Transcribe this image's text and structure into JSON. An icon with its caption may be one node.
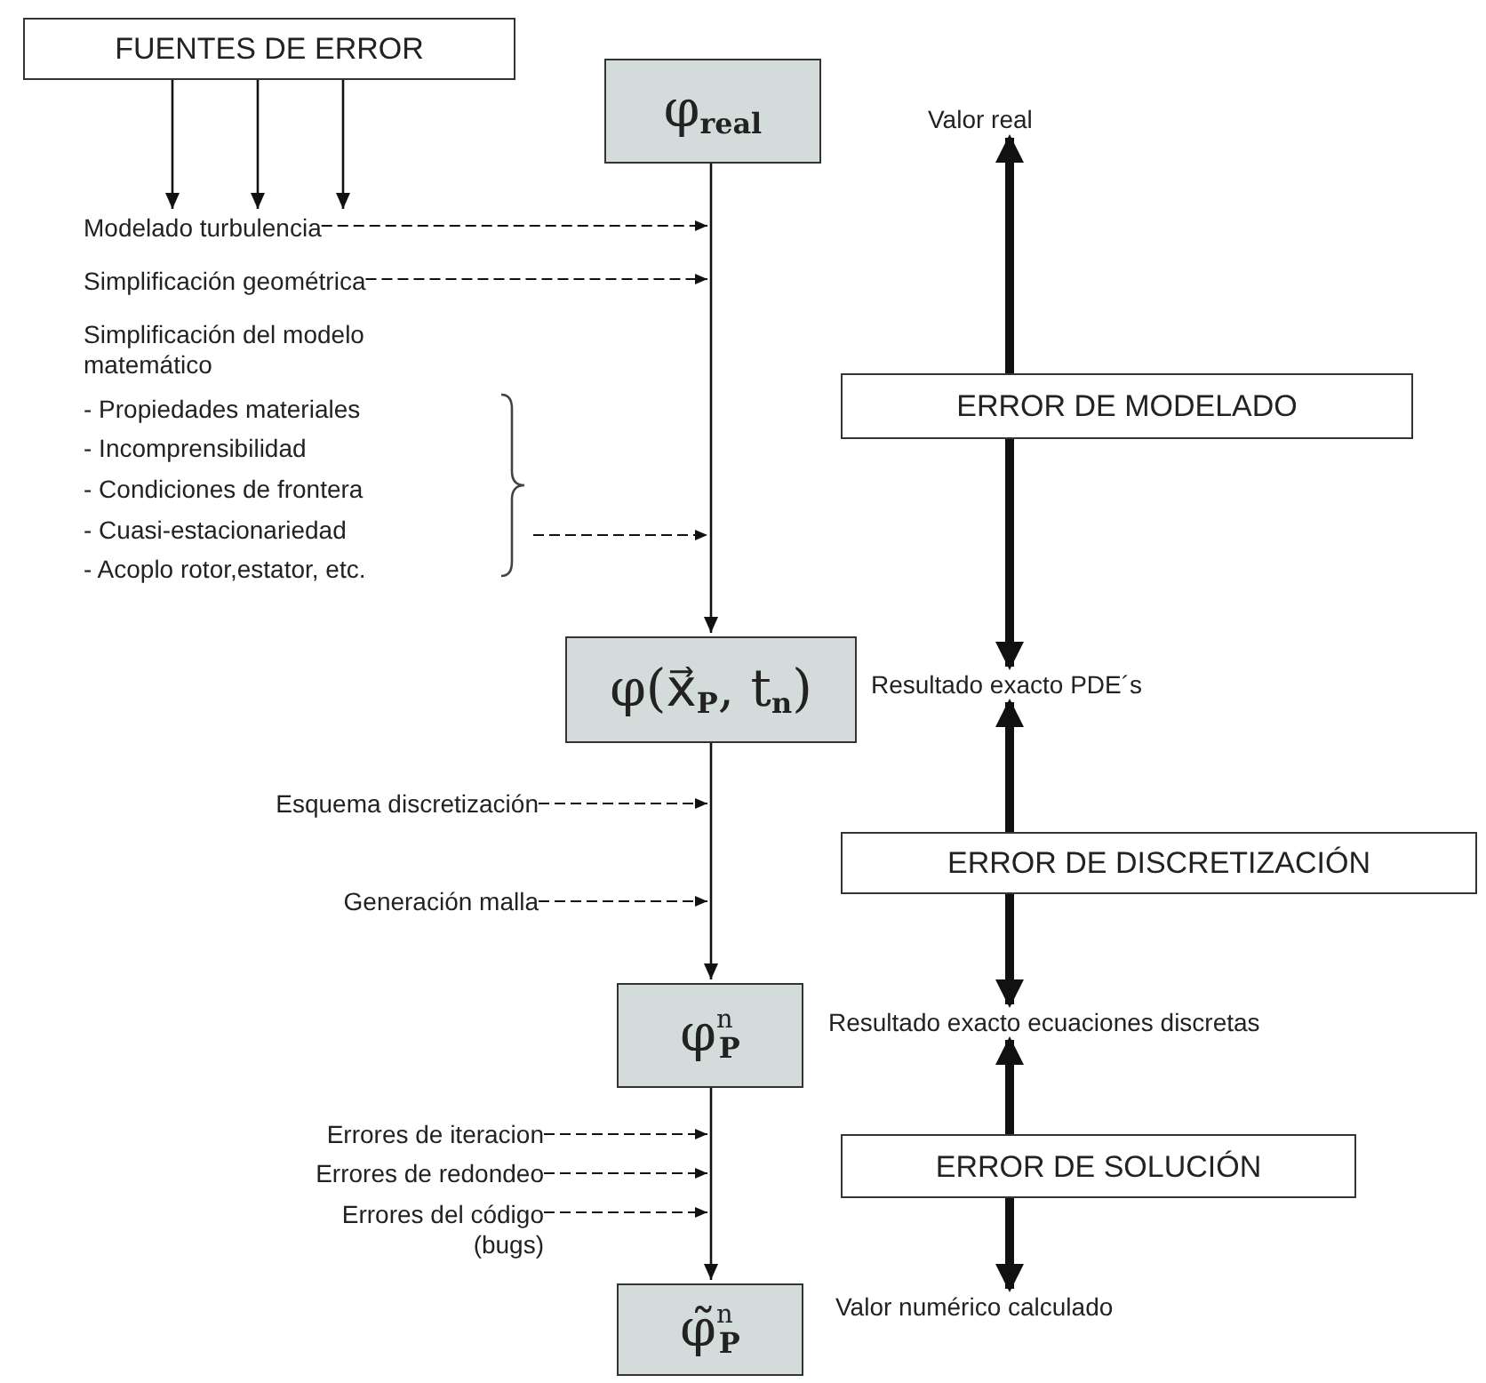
{
  "diagram": {
    "nodes": [
      {
        "text": [
          "FUENTES DE ERROR"
        ]
      },
      {
        "text": [
          "φ$_{real}$"
        ]
      },
      {
        "text": [
          "φ(x⃗$_{P}$, t$_{n}$)"
        ],
        "beside": [
          "Resultado exacto PDE´s"
        ]
      },
      {
        "text": [
          "φ$^{n}$$_{P}$"
        ],
        "beside": [
          "Resultado exacto ecuaciones discretas"
        ]
      },
      {
        "text": [
          "φ̃$^{n}$$_{P}$"
        ],
        "beside": [
          "Valor numérico calculado"
        ]
      },
      {
        "text": [
          "ERROR DE MODELADO"
        ]
      },
      {
        "text": [
          "ERROR DE DISCRETIZACIÓN"
        ]
      },
      {
        "text": [
          "ERROR DE SOLUCIÓN"
        ]
      },
      {
        "text": [
          "Modelado turbulencia"
        ]
      },
      {
        "text": [
          "Simplificación geométrica"
        ]
      },
      {
        "text": [
          "Simplificación del modelo matemático",
          "- Propiedades materiales",
          "- Incomprensibilidad",
          "- Condiciones de frontera",
          "- Cuasi-estacionariedad",
          "- Acoplo rotor,estator, etc."
        ]
      },
      {
        "text": [
          "Esquema discretización"
        ]
      },
      {
        "text": [
          "Generación malla"
        ]
      },
      {
        "text": [
          "Errores de iteracion"
        ]
      },
      {
        "text": [
          "Errores de redondeo"
        ]
      },
      {
        "text": [
          "Errores del código (bugs)"
        ]
      },
      {
        "text": [
          "Valor real"
        ]
      }
    ],
    "edges": [
      {
        "from": 0,
        "to": 8,
        "arrow": "to"
      },
      {
        "from": 0,
        "to": 8,
        "arrow": "to"
      },
      {
        "from": 0,
        "to": 8,
        "arrow": "to"
      },
      {
        "from": 1,
        "to": 2,
        "arrow": "to"
      },
      {
        "from": 2,
        "to": 3,
        "arrow": "to"
      },
      {
        "from": 3,
        "to": 4,
        "arrow": "to"
      },
      {
        "from": 8,
        "to": null,
        "arrow": "to",
        "style": "dashed"
      },
      {
        "from": 9,
        "to": null,
        "arrow": "to",
        "style": "dashed"
      },
      {
        "from": 10,
        "to": null,
        "arrow": "to",
        "style": "dashed"
      },
      {
        "from": 11,
        "to": null,
        "arrow": "to",
        "style": "dashed"
      },
      {
        "from": 12,
        "to": null,
        "arrow": "to",
        "style": "dashed"
      },
      {
        "from": 13,
        "to": null,
        "arrow": "to",
        "style": "dashed"
      },
      {
        "from": 14,
        "to": null,
        "arrow": "to",
        "style": "dashed"
      },
      {
        "from": 15,
        "to": null,
        "arrow": "to",
        "style": "dashed"
      },
      {
        "from": 5,
        "to": 16,
        "arrow": "to",
        "style": "thick"
      },
      {
        "from": 5,
        "to": 2,
        "arrow": "to",
        "style": "thick"
      },
      {
        "from": 6,
        "to": 2,
        "arrow": "to",
        "style": "thick"
      },
      {
        "from": 6,
        "to": 3,
        "arrow": "to",
        "style": "thick"
      },
      {
        "from": 7,
        "to": 3,
        "arrow": "to",
        "style": "thick"
      },
      {
        "from": 7,
        "to": 4,
        "arrow": "to",
        "style": "thick"
      }
    ]
  }
}
